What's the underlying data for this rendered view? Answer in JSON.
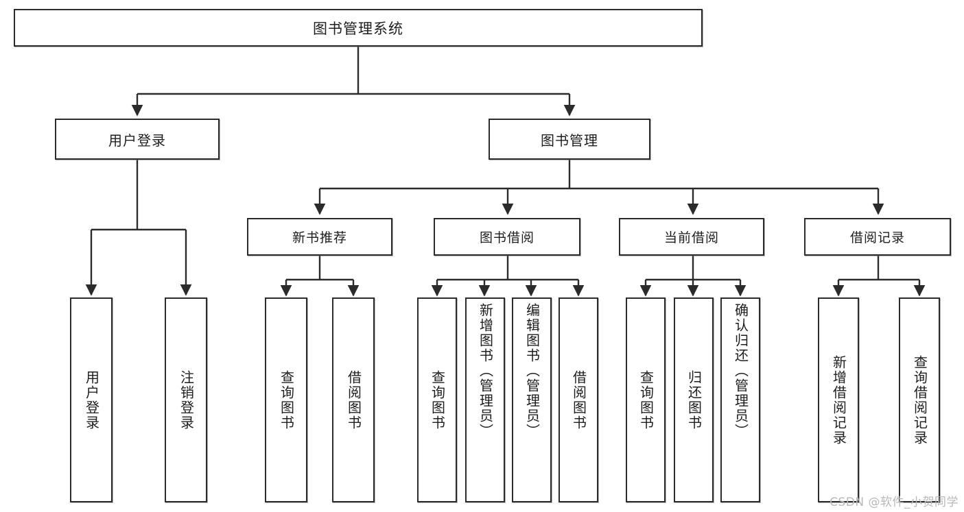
{
  "diagram": {
    "title": "图书管理系统",
    "type": "tree",
    "watermark": "CSDN @软件_小贺同学",
    "colors": {
      "stroke": "#2b2b2b",
      "fill": "#ffffff",
      "text": "#1d1d1d",
      "watermark": "#b8b8b8"
    },
    "root": {
      "label": "图书管理系统"
    },
    "level2": [
      {
        "id": "user-login",
        "label": "用户登录"
      },
      {
        "id": "book-manage",
        "label": "图书管理"
      }
    ],
    "level3": [
      {
        "id": "new-book-rec",
        "label": "新书推荐"
      },
      {
        "id": "book-borrow",
        "label": "图书借阅"
      },
      {
        "id": "current-borrow",
        "label": "当前借阅"
      },
      {
        "id": "borrow-record",
        "label": "借阅记录"
      }
    ],
    "leaves": [
      {
        "id": "leaf-user-login",
        "label": "用户登录",
        "parent": "user-login"
      },
      {
        "id": "leaf-logout",
        "label": "注销登录",
        "parent": "user-login"
      },
      {
        "id": "leaf-query-book-1",
        "label": "查询图书",
        "parent": "new-book-rec"
      },
      {
        "id": "leaf-borrow-book-1",
        "label": "借阅图书",
        "parent": "new-book-rec"
      },
      {
        "id": "leaf-query-book-2",
        "label": "查询图书",
        "parent": "book-borrow"
      },
      {
        "id": "leaf-add-book",
        "label": "新增图书（管理员）",
        "parent": "book-borrow"
      },
      {
        "id": "leaf-edit-book",
        "label": "编辑图书（管理员）",
        "parent": "book-borrow"
      },
      {
        "id": "leaf-borrow-book-2",
        "label": "借阅图书",
        "parent": "book-borrow"
      },
      {
        "id": "leaf-query-book-3",
        "label": "查询图书",
        "parent": "current-borrow"
      },
      {
        "id": "leaf-return-book",
        "label": "归还图书",
        "parent": "current-borrow"
      },
      {
        "id": "leaf-confirm-return",
        "label": "确认归还（管理员）",
        "parent": "current-borrow"
      },
      {
        "id": "leaf-add-record",
        "label": "新增借阅记录",
        "parent": "borrow-record"
      },
      {
        "id": "leaf-query-record",
        "label": "查询借阅记录",
        "parent": "borrow-record"
      }
    ]
  }
}
